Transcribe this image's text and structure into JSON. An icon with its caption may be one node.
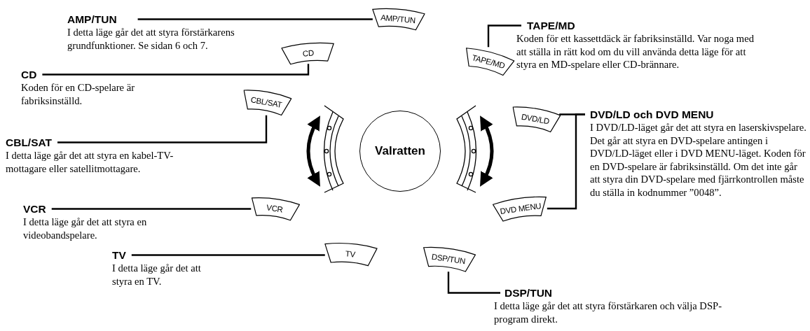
{
  "diagram": {
    "nodes": [
      {
        "text": [
          "AMP/TUN",
          "I detta läge går det att styra förstärkarens grundfunktioner. Se sidan 6 och 7."
        ]
      },
      {
        "text": [
          "AMP/TUN"
        ]
      },
      {
        "text": [
          "CD",
          "Koden för en CD-spelare är fabriksinställd."
        ]
      },
      {
        "text": [
          "CD"
        ]
      },
      {
        "text": [
          "CBL/SAT",
          "I detta läge går det att styra en kabel-TV-mottagare eller satellitmottagare."
        ]
      },
      {
        "text": [
          "CBL/SAT"
        ]
      },
      {
        "text": [
          "VCR",
          "I detta läge går det att styra en videobandspelare."
        ]
      },
      {
        "text": [
          "VCR"
        ]
      },
      {
        "text": [
          "TV",
          "I detta läge går det att styra en TV."
        ]
      },
      {
        "text": [
          "TV"
        ]
      },
      {
        "text": [
          "Valratten"
        ]
      },
      {
        "text": [
          "TAPE/MD",
          "Koden för ett kassettdäck är fabriksinställd. Var noga med att ställa in rätt kod om du vill använda detta läge för att styra en MD-spelare eller CD-brännare."
        ]
      },
      {
        "text": [
          "TAPE/MD"
        ]
      },
      {
        "text": [
          "DVD/LD och DVD MENU",
          "I DVD/LD-läget går det att styra en laserskivspelare. Det går att styra en DVD-spelare antingen i DVD/LD-läget eller i DVD MENU-läget. Koden för en DVD-spelare är fabriksinställd. Om det inte går att styra din DVD-spelare med fjärrkontrollen måste du ställa in kodnummer ”0048”."
        ]
      },
      {
        "text": [
          "DVD/LD"
        ]
      },
      {
        "text": [
          "DVD MENU"
        ]
      },
      {
        "text": [
          "DSP/TUN"
        ]
      },
      {
        "text": [
          "DSP/TUN",
          "I detta läge går det att styra förstärkaren och välja DSP-program direkt."
        ]
      }
    ],
    "edges": [
      {
        "from": 0,
        "to": 1,
        "arrow": "none"
      },
      {
        "from": 2,
        "to": 3,
        "arrow": "none"
      },
      {
        "from": 4,
        "to": 5,
        "arrow": "none"
      },
      {
        "from": 6,
        "to": 7,
        "arrow": "none"
      },
      {
        "from": 8,
        "to": 9,
        "arrow": "none"
      },
      {
        "from": 11,
        "to": 12,
        "arrow": "none"
      },
      {
        "from": 13,
        "to": 14,
        "arrow": "none"
      },
      {
        "from": 13,
        "to": 15,
        "arrow": "none"
      },
      {
        "from": 17,
        "to": 16,
        "arrow": "none"
      }
    ]
  }
}
